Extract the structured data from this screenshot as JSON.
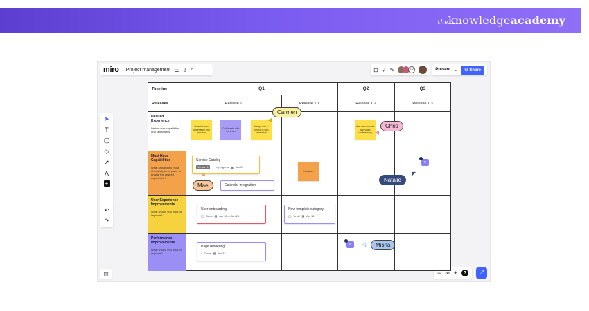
{
  "brand": {
    "prefix": "the",
    "name": "knowledge",
    "suffix": "academy"
  },
  "app": {
    "logo": "miro",
    "project": "Project management",
    "menu_icon": "☰",
    "upload_icon": "⇧",
    "search_icon": "⌕"
  },
  "toolbar_right": {
    "apps_icon": "⊞",
    "select_icon": "➶",
    "pen_icon": "✎",
    "collab_count": "12",
    "present_label": "Present",
    "present_chevron": "⌄",
    "share_label": "Share",
    "share_icon": "⚇"
  },
  "tools": {
    "select": "➤",
    "text": "T",
    "sticky": "▢",
    "shapes": "◇",
    "connector": "↗",
    "pen": "Λ",
    "add": "+",
    "undo": "↶",
    "redo": "↷",
    "panel": "◫"
  },
  "zoom": {
    "minus": "−",
    "level": "∞",
    "plus": "+",
    "help": "?",
    "fit": "⤢"
  },
  "grid": {
    "timeline_label": "Timeline",
    "releases_label": "Releases",
    "quarters": [
      "Q1",
      "Q2",
      "Q3"
    ],
    "releases": [
      "Release 1",
      "Release 1.1",
      "Release 1.2",
      "Release 1.3"
    ],
    "rows": [
      {
        "title": "Desired Experience",
        "desc": "Define user capabilities and sentiments",
        "color": "#ffffff"
      },
      {
        "title": "Must Have Capabilities",
        "desc": "What capabilities must absolutely be in place to enable the desired experience?",
        "color": "#f4a24a"
      },
      {
        "title": "User Experience Improvements",
        "desc": "What should you build or improve?",
        "color": "#f5d23e"
      },
      {
        "title": "Performance Improvements",
        "desc": "What should you build or improve?",
        "color": "#9b8ff5"
      }
    ]
  },
  "stickies": [
    {
      "text": "Describe user experience and emotions",
      "color": "#fde047"
    },
    {
      "text": "Collaborate with the team",
      "color": "#a89cf7"
    },
    {
      "text": "Always feel in control of who sees what",
      "color": "#fde047"
    },
    {
      "text": "Use cases/needs with video conferencing",
      "color": "#fde047"
    },
    {
      "text": "Feedback",
      "color": "#f4a24a"
    }
  ],
  "cards": {
    "service_catalog": {
      "title": "Service Catalog",
      "tag": "Version 1",
      "status": "In progress",
      "date": "Jan 19"
    },
    "calendar": {
      "title": "Calendar integration"
    },
    "onboarding": {
      "title": "User onboarding",
      "status": "To do",
      "date": "Jan 12 — Jan 23"
    },
    "template": {
      "title": "New template category",
      "status": "To do",
      "date": "Apr 16"
    },
    "rendering": {
      "title": "Page rendering",
      "status": "Done",
      "date": "Jan 23"
    }
  },
  "cursors": {
    "carmen": "Carmen",
    "chris": "Chris",
    "mae": "Mae",
    "natalie": "Natalie",
    "misha": "Misha"
  },
  "comments": {
    "count_a": "1",
    "count_b": "2"
  }
}
